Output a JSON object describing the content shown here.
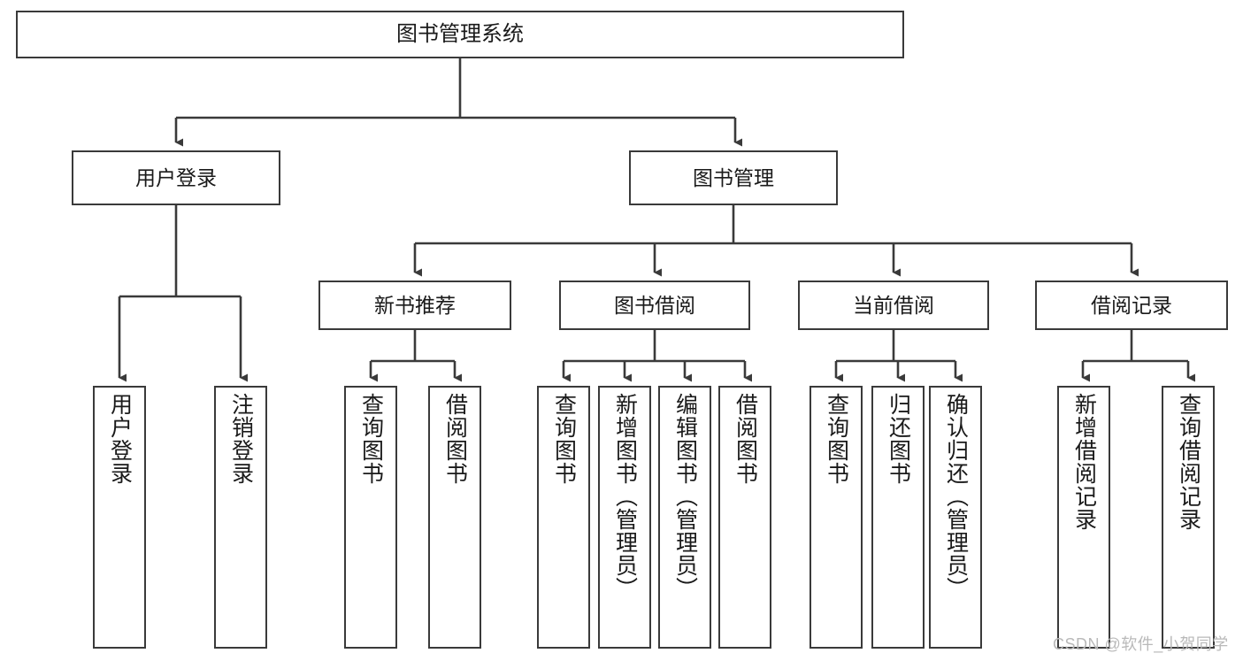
{
  "diagram": {
    "title": "图书管理系统",
    "type": "tree-hierarchy",
    "watermark": "CSDN @软件_小贺同学",
    "colors": {
      "stroke": "#3a3a3a",
      "fill": "#ffffff",
      "text": "#1a1a1a",
      "watermark": "#b9b9b9"
    },
    "nodes": {
      "root": {
        "label": "图书管理系统"
      },
      "level2": [
        {
          "id": "user-login",
          "label": "用户登录"
        },
        {
          "id": "book-management",
          "label": "图书管理"
        }
      ],
      "level3": [
        {
          "id": "new-book-recommend",
          "label": "新书推荐"
        },
        {
          "id": "book-borrow",
          "label": "图书借阅"
        },
        {
          "id": "current-borrow",
          "label": "当前借阅"
        },
        {
          "id": "borrow-record",
          "label": "借阅记录"
        }
      ],
      "leaves": {
        "user_login": [
          {
            "id": "leaf-user-login",
            "label": "用户登录"
          },
          {
            "id": "leaf-logout-login",
            "label": "注销登录"
          }
        ],
        "new_book_recommend": [
          {
            "id": "leaf-query-book-1",
            "label": "查询图书"
          },
          {
            "id": "leaf-borrow-book-1",
            "label": "借阅图书"
          }
        ],
        "book_borrow": [
          {
            "id": "leaf-query-book-2",
            "label": "查询图书"
          },
          {
            "id": "leaf-add-book",
            "label": "新增图书（管理员）"
          },
          {
            "id": "leaf-edit-book",
            "label": "编辑图书（管理员）"
          },
          {
            "id": "leaf-borrow-book-2",
            "label": "借阅图书"
          }
        ],
        "current_borrow": [
          {
            "id": "leaf-query-book-3",
            "label": "查询图书"
          },
          {
            "id": "leaf-return-book",
            "label": "归还图书"
          },
          {
            "id": "leaf-confirm-return",
            "label": "确认归还（管理员）"
          }
        ],
        "borrow_record": [
          {
            "id": "leaf-add-record",
            "label": "新增借阅记录"
          },
          {
            "id": "leaf-query-record",
            "label": "查询借阅记录"
          }
        ]
      }
    }
  }
}
